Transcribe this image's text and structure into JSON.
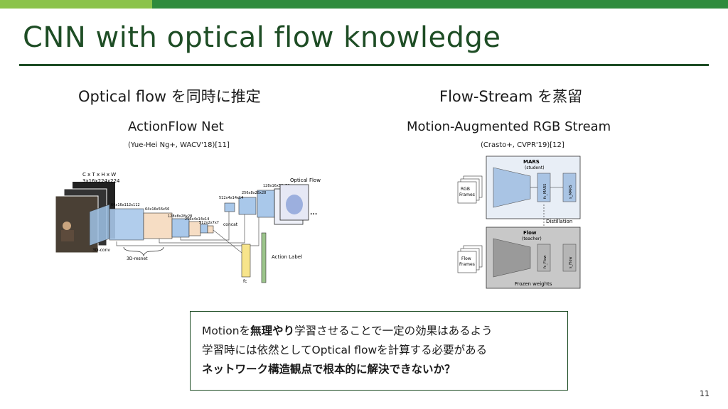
{
  "slide": {
    "title": "CNN with optical flow knowledge",
    "page_number": "11"
  },
  "left": {
    "heading": "Optical flow を同時に推定",
    "subtitle": "ActionFlow Net",
    "citation": "(Yue-Hei Ng+, WACV'18)[11]",
    "figure": {
      "input_label_1": "C x T x H x W",
      "input_label_2": "3x16x224x224",
      "sizes": [
        "64x16x112x112",
        "64x16x56x56",
        "128x8x28x28",
        "256x4x14x14",
        "512x2x7x7",
        "512x4x14x14",
        "256x8x28x28",
        "128x16x56x56"
      ],
      "optical_flow_label": "Optical Flow",
      "concat_label": "concat",
      "conv3d_label": "3D-conv",
      "resnet_label": "3D-resnet",
      "action_label": "Action Label",
      "fc_label": "fc",
      "ellipsis": "..."
    }
  },
  "right": {
    "heading": "Flow-Stream を蒸留",
    "subtitle": "Motion-Augmented RGB Stream",
    "citation": "(Crasto+, CVPR'19)[12]",
    "figure": {
      "rgb_frames_1": "RGB",
      "rgb_frames_2": "Frames",
      "mars_title": "MARS",
      "mars_sub": "(student)",
      "distillation": "Distillation",
      "flow_title": "Flow",
      "flow_sub": "(teacher)",
      "flow_frames_1": "Flow",
      "flow_frames_2": "Frames",
      "frozen": "Frozen weights",
      "fc_mars": "fc_MARS",
      "s_mars": "s_MARS",
      "fc_flow": "fc_Flow",
      "s_flow": "s_Flow"
    }
  },
  "summary": {
    "line1_pre": "Motionを",
    "line1_bold": "無理やり",
    "line1_post": "学習させることで一定の効果はあるよう",
    "line2": "学習時には依然としてOptical flowを計算する必要がある",
    "line3": "ネットワーク構造観点で根本的に解決できないか？"
  }
}
